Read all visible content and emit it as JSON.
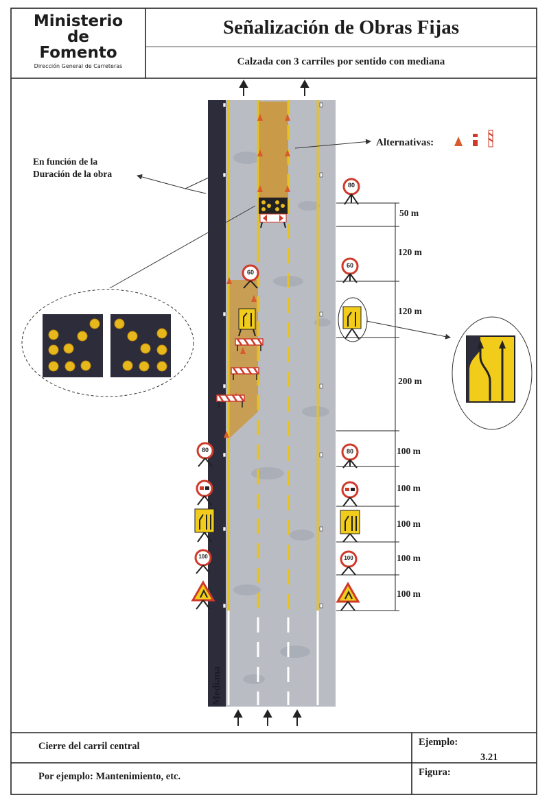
{
  "header": {
    "org_line1": "Ministerio",
    "org_line2": "de",
    "org_line3": "Fomento",
    "org_sub": "Dirección General de Carreteras",
    "title": "Señalización de Obras Fijas",
    "subtitle": "Calzada con 3 carriles por sentido con mediana"
  },
  "diagram": {
    "alternatives_label": "Alternativas:",
    "duration_note_line1": "En función de la",
    "duration_note_line2": "Duración de la obra",
    "median_label": "Mediana",
    "speed_signs": [
      "80",
      "60",
      "80",
      "100",
      "60"
    ],
    "distances": [
      "50 m",
      "120 m",
      "120 m",
      "200 m",
      "100 m",
      "100 m",
      "100 m",
      "100 m",
      "100 m"
    ]
  },
  "footer": {
    "description": "Cierre del carril central",
    "example_note": "Por ejemplo: Mantenimiento, etc.",
    "example_label": "Ejemplo:",
    "example_number": "3.21",
    "figure_label": "Figura:"
  },
  "colors": {
    "road": "#b9bcc3",
    "median": "#2c2c3a",
    "work_zone": "#c99a47",
    "line_yellow": "#e8c21c",
    "sign_red": "#cf3a2a",
    "sign_yellow": "#f2cc1a"
  }
}
